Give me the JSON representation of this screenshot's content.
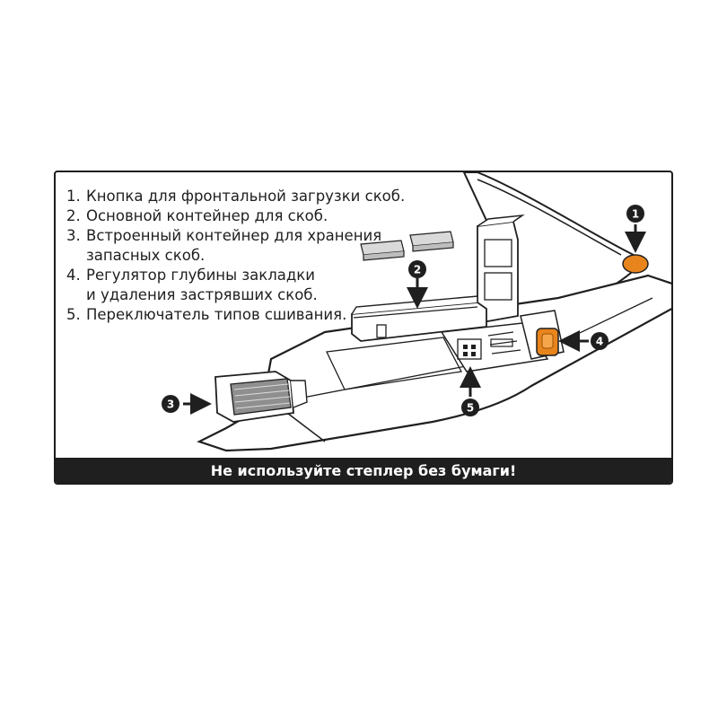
{
  "legend": {
    "items": [
      {
        "number": "1.",
        "text": "Кнопка для фронтальной загрузки скоб."
      },
      {
        "number": "2.",
        "text": "Основной контейнер для скоб."
      },
      {
        "number": "3.",
        "text": "Встроенный контейнер для хранения\nзапасных скоб."
      },
      {
        "number": "4.",
        "text": "Регулятор глубины закладки\nи удаления застрявших скоб."
      },
      {
        "number": "5.",
        "text": "Переключатель типов сшивания."
      }
    ]
  },
  "callouts": [
    "1",
    "2",
    "3",
    "4",
    "5"
  ],
  "warning": "Не используйте степлер без бумаги!",
  "colors": {
    "accent": "#e8841c",
    "outline": "#1f1f1f",
    "footer": "#1f1f1f"
  }
}
